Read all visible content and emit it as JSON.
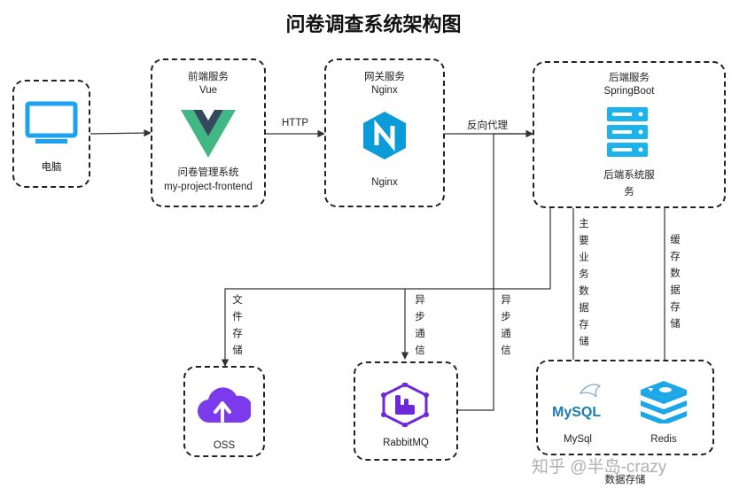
{
  "title": "问卷调查系统架构图",
  "nodes": {
    "pc": {
      "label": "电脑"
    },
    "frontend": {
      "header": "前端服务",
      "tech": "Vue",
      "name": "问卷管理系统",
      "repo": "my-project-frontend"
    },
    "gateway": {
      "header": "网关服务",
      "tech": "Nginx",
      "name": "Nginx"
    },
    "backend": {
      "header": "后端服务",
      "tech": "SpringBoot",
      "name_line1": "后端系统服",
      "name_line2": "务"
    },
    "oss": {
      "label": "OSS"
    },
    "mq": {
      "label": "RabbitMQ"
    },
    "storage": {
      "mysql_logo": "MySQL",
      "mysql": "MySql",
      "redis": "Redis",
      "group": "数据存储"
    }
  },
  "edges": {
    "http": "HTTP",
    "proxy": "反向代理",
    "main_storage": "主要业务数据存储",
    "cache": "缓存数据存储",
    "file": "文件存储",
    "async1": "异步通信",
    "async2": "异步通信"
  },
  "watermark": "知乎 @半岛-crazy",
  "colors": {
    "border": "#222222",
    "arrow": "#333333",
    "screen": "#1da1f2",
    "vue_green": "#41b883",
    "vue_dark": "#35495e",
    "nginx": "#0a9bd8",
    "server": "#1ab3ec",
    "oss": "#7c3aed",
    "rabbit": "#6d28d9",
    "mysql": "#1a7bb5",
    "redis": "#1ba7e8"
  }
}
